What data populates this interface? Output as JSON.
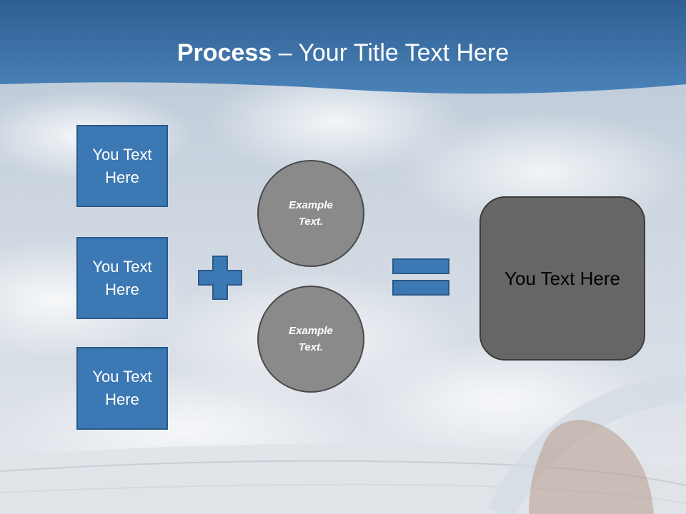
{
  "slide": {
    "title_bold": "Process",
    "title_rest": " – Your Title Text Here"
  },
  "inputs": [
    {
      "label": "You Text Here"
    },
    {
      "label": "You Text Here"
    },
    {
      "label": "You Text Here"
    }
  ],
  "circles": [
    {
      "label": "Example Text."
    },
    {
      "label": "Example Text."
    }
  ],
  "result": {
    "label": "You Text Here"
  },
  "colors": {
    "header_blue": "#3a6fa6",
    "box_blue": "#3c78b3",
    "circle_gray": "#8a8a8a",
    "result_gray": "#666666"
  },
  "icons": {
    "plus": "plus-icon",
    "equals": "equals-icon"
  }
}
